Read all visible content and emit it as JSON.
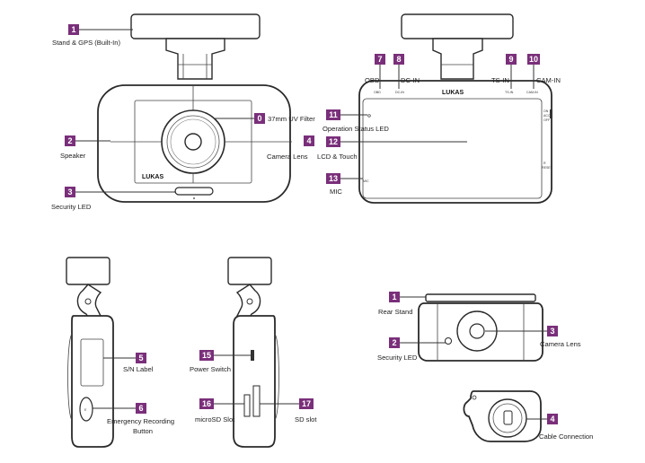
{
  "logo_text": "LUKAS",
  "callouts": {
    "front": [
      {
        "num": "1",
        "text": "Stand & GPS (Built-In)"
      },
      {
        "num": "0",
        "text": "37mm UV Filter"
      },
      {
        "num": "2",
        "text": "Speaker"
      },
      {
        "num": "4",
        "text": "Camera Lens"
      },
      {
        "num": "3",
        "text": "Security LED"
      }
    ],
    "rear": [
      {
        "num": "7",
        "text": "OBD"
      },
      {
        "num": "8",
        "text": "DC-IN"
      },
      {
        "num": "9",
        "text": "TS-IN"
      },
      {
        "num": "10",
        "text": "CAM-IN"
      },
      {
        "num": "11",
        "text": "Operation Status LED"
      },
      {
        "num": "12",
        "text": "LCD & Touch"
      },
      {
        "num": "13",
        "text": "MIC"
      }
    ],
    "side_left": [
      {
        "num": "5",
        "text": "S/N Label"
      },
      {
        "num": "6",
        "text": "Emergency Recording"
      },
      {
        "num": "",
        "text": "Button"
      }
    ],
    "side_right": [
      {
        "num": "15",
        "text": "Power Switch"
      },
      {
        "num": "16",
        "text": "microSD Slot"
      },
      {
        "num": "17",
        "text": "SD slot"
      }
    ],
    "rear_cam": [
      {
        "num": "1",
        "text": "Rear Stand"
      },
      {
        "num": "2",
        "text": "Security LED"
      },
      {
        "num": "3",
        "text": "Camera Lens"
      },
      {
        "num": "4",
        "text": "Cable Connection"
      }
    ]
  },
  "port_labels": [
    "OBD",
    "DC-IN",
    "TS-IN",
    "CAM-IN"
  ],
  "button_labels": {
    "power": "ON\nACC\nOFF",
    "reset": "R\nRESET"
  }
}
